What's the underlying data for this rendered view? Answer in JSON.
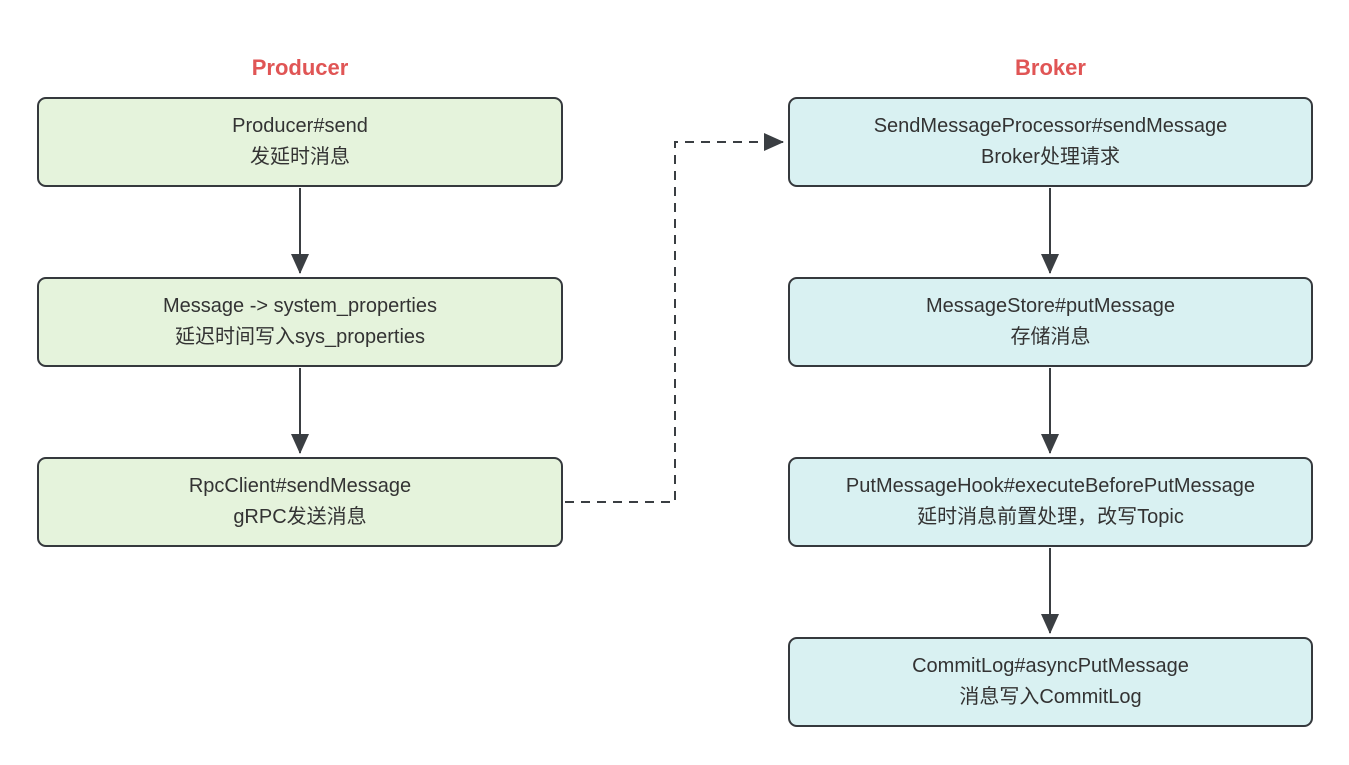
{
  "diagram": {
    "title_left": "Producer",
    "title_right": "Broker",
    "columns": [
      {
        "id": "producer",
        "title": "Producer",
        "nodes": [
          {
            "title": "Producer#send",
            "subtitle": "发延时消息"
          },
          {
            "title": "Message -> system_properties",
            "subtitle": "延迟时间写入sys_properties"
          },
          {
            "title": "RpcClient#sendMessage",
            "subtitle": "gRPC发送消息"
          }
        ]
      },
      {
        "id": "broker",
        "title": "Broker",
        "nodes": [
          {
            "title": "SendMessageProcessor#sendMessage",
            "subtitle": "Broker处理请求"
          },
          {
            "title": "MessageStore#putMessage",
            "subtitle": "存储消息"
          },
          {
            "title": "PutMessageHook#executeBeforePutMessage",
            "subtitle": "延时消息前置处理，改写Topic"
          },
          {
            "title": "CommitLog#asyncPutMessage",
            "subtitle": "消息写入CommitLog"
          }
        ]
      }
    ],
    "edges": [
      {
        "from": "node-producer-send",
        "to": "node-message-system-properties",
        "style": "solid"
      },
      {
        "from": "node-message-system-properties",
        "to": "node-rpcclient-sendmessage",
        "style": "solid"
      },
      {
        "from": "node-rpcclient-sendmessage",
        "to": "node-sendmessageprocessor",
        "style": "dashed"
      },
      {
        "from": "node-sendmessageprocessor",
        "to": "node-messagestore-putmessage",
        "style": "solid"
      },
      {
        "from": "node-messagestore-putmessage",
        "to": "node-putmessagehook",
        "style": "solid"
      },
      {
        "from": "node-putmessagehook",
        "to": "node-commitlog-asyncputmessage",
        "style": "solid"
      }
    ]
  },
  "colors": {
    "header-red": "#e05555",
    "green-fill": "#e5f3dc",
    "blue-fill": "#d9f1f2",
    "border-color": "#35393d",
    "arrow-color": "#3a3e42",
    "text-color": "#333333",
    "bg": "#ffffff"
  }
}
